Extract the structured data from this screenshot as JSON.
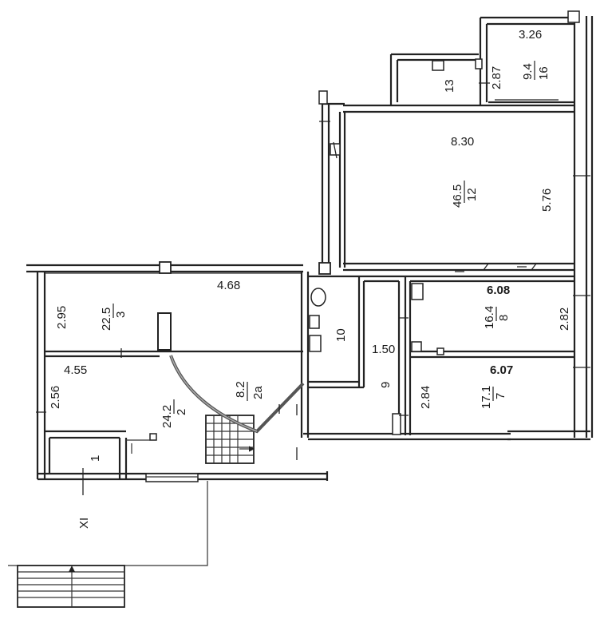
{
  "floor_plan": {
    "rooms": [
      {
        "id": "1",
        "label": "1"
      },
      {
        "id": "2",
        "label": "2",
        "area": "24.2",
        "dims": [
          "4.55",
          "2.56"
        ]
      },
      {
        "id": "2a",
        "label": "2a",
        "area": "8.2"
      },
      {
        "id": "3",
        "label": "3",
        "area": "22.5",
        "dims": [
          "4.68",
          "2.95"
        ]
      },
      {
        "id": "7",
        "label": "7",
        "area": "17.1",
        "dims": [
          "6.07",
          "2.84"
        ]
      },
      {
        "id": "8",
        "label": "8",
        "area": "16.4",
        "dims": [
          "6.08",
          "2.82"
        ]
      },
      {
        "id": "9",
        "label": "9",
        "dims": [
          "1.50"
        ]
      },
      {
        "id": "10",
        "label": "10"
      },
      {
        "id": "12",
        "label": "12",
        "area": "46.5",
        "dims": [
          "8.30",
          "5.76"
        ]
      },
      {
        "id": "13",
        "label": "13"
      },
      {
        "id": "16",
        "label": "16",
        "area": "9.4",
        "dims": [
          "3.26",
          "2.87"
        ]
      },
      {
        "id": "XI",
        "label": "XI"
      }
    ]
  }
}
